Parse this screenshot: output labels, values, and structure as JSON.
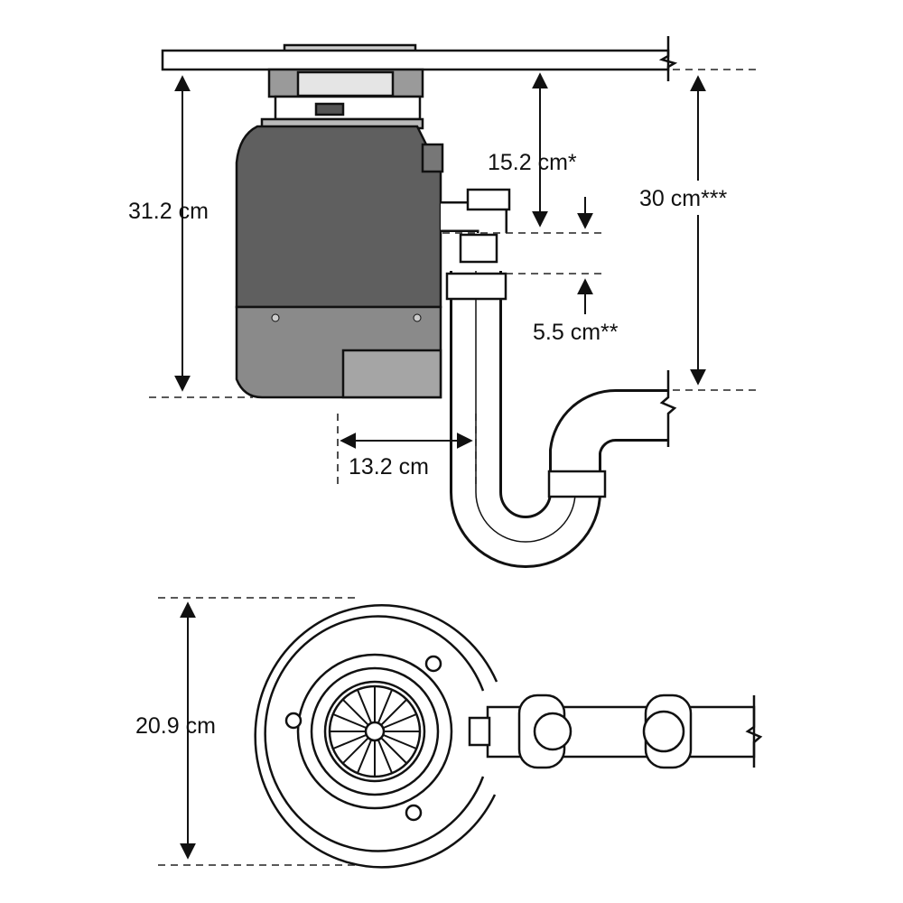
{
  "dimensions": {
    "overall_height": "31.2 cm",
    "sink_to_inlet": "15.2 cm*",
    "inlet_offset": "5.5 cm**",
    "sink_to_drain": "30 cm***",
    "center_to_outlet": "13.2 cm",
    "diameter": "20.9 cm"
  },
  "colors": {
    "body_upper": "#5f5f5f",
    "body_lower": "#8a8a8a",
    "outline": "#111111"
  }
}
